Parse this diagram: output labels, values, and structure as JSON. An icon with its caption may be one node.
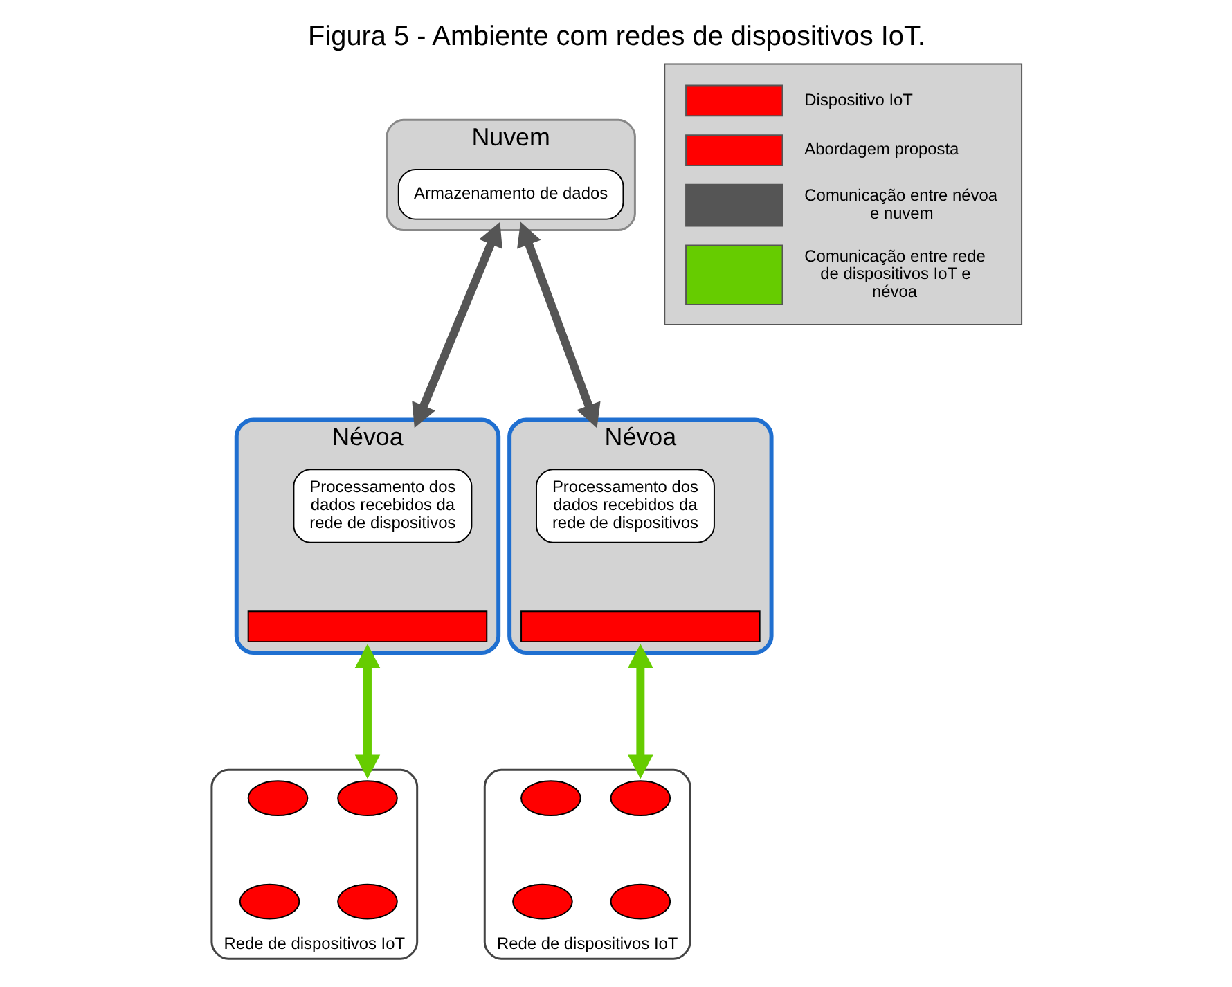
{
  "diagram": {
    "title": "Figura 5 - Ambiente com redes de dispositivos IoT.",
    "nodes": [
      {
        "text": [
          "Nuvem"
        ]
      },
      {
        "text": [
          "Armazenamento de dados"
        ],
        "in": 0
      },
      {
        "text": [
          "Névoa"
        ]
      },
      {
        "text": [
          "Processamento dos dados recebidos da rede de dispositivos"
        ],
        "in": 2
      },
      {
        "text": [],
        "shape": "bar",
        "in": 2
      },
      {
        "text": [
          "Névoa"
        ]
      },
      {
        "text": [
          "Processamento dos dados recebidos da rede de dispositivos"
        ],
        "in": 5
      },
      {
        "text": [],
        "shape": "bar",
        "in": 5
      },
      {
        "text": [],
        "shape": "hexagon",
        "beside": [
          "Rede de dispositivos IoT"
        ]
      },
      {
        "text": [],
        "shape": "ellipse",
        "in": 8
      },
      {
        "text": [],
        "shape": "ellipse",
        "in": 8
      },
      {
        "text": [],
        "shape": "ellipse",
        "in": 8
      },
      {
        "text": [],
        "shape": "ellipse",
        "in": 8
      },
      {
        "text": [],
        "shape": "hexagon",
        "beside": [
          "Rede de dispositivos IoT"
        ]
      },
      {
        "text": [],
        "shape": "ellipse",
        "in": 13
      },
      {
        "text": [],
        "shape": "ellipse",
        "in": 13
      },
      {
        "text": [],
        "shape": "ellipse",
        "in": 13
      },
      {
        "text": [],
        "shape": "ellipse",
        "in": 13
      }
    ],
    "edges": [
      {
        "from": 0,
        "to": 2,
        "arrow": "both"
      },
      {
        "from": 0,
        "to": 5,
        "arrow": "both"
      },
      {
        "from": 2,
        "to": 8,
        "arrow": "both",
        "color": "#66cc00"
      },
      {
        "from": 5,
        "to": 13,
        "arrow": "both",
        "color": "#66cc00"
      }
    ],
    "legend": [
      {
        "text": "Dispositivo IoT",
        "color": "#ff0000"
      },
      {
        "text": "Abordagem proposta",
        "color": "#ff0000"
      },
      {
        "text": "Comunicação entre névoa e nuvem",
        "color": "#555555"
      },
      {
        "text": "Comunicação entre rede de dispositivos IoT e névoa",
        "color": "#66cc00"
      }
    ]
  }
}
